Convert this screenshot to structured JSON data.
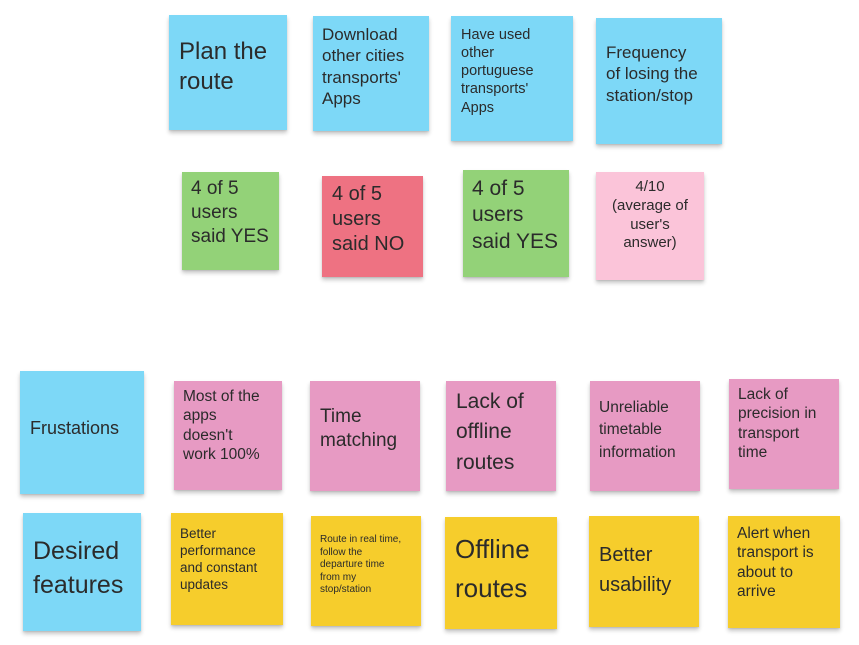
{
  "questions": {
    "plan_route": "Plan the\nroute",
    "download_other_apps": "Download\nother cities\ntransports'\nApps",
    "used_portuguese_apps": "Have used\nother\nportuguese\ntransports'\nApps",
    "losing_stop_frequency": "Frequency\nof losing the\nstation/stop"
  },
  "answers": {
    "plan_route": "4 of 5\nusers\nsaid YES",
    "download_other_apps": "4 of 5\nusers\nsaid NO",
    "used_portuguese_apps": "4 of 5\nusers\nsaid YES",
    "losing_stop_frequency": "4/10\n(average of\nuser's\nanswer)"
  },
  "frustrations": {
    "label": "Frustations",
    "items": [
      "Most of the\napps\ndoesn't\nwork 100%",
      "Time\nmatching",
      "Lack of\noffline\nroutes",
      "Unreliable\ntimetable\ninformation",
      "Lack of\nprecision in\ntransport\ntime"
    ]
  },
  "desired_features": {
    "label": "Desired\nfeatures",
    "items": [
      "Better\nperformance\nand constant\nupdates",
      "Route in real time,\nfollow the\ndeparture time\nfrom my\nstop/station",
      "Offline\nroutes",
      "Better\nusability",
      "Alert when\ntransport is\nabout to\narrive"
    ]
  },
  "colors": {
    "blue": "#7dd8f7",
    "green": "#93d278",
    "red": "#ee7282",
    "light_pink": "#fbc4d9",
    "pink": "#e79ac3",
    "yellow": "#f6cd2c"
  }
}
